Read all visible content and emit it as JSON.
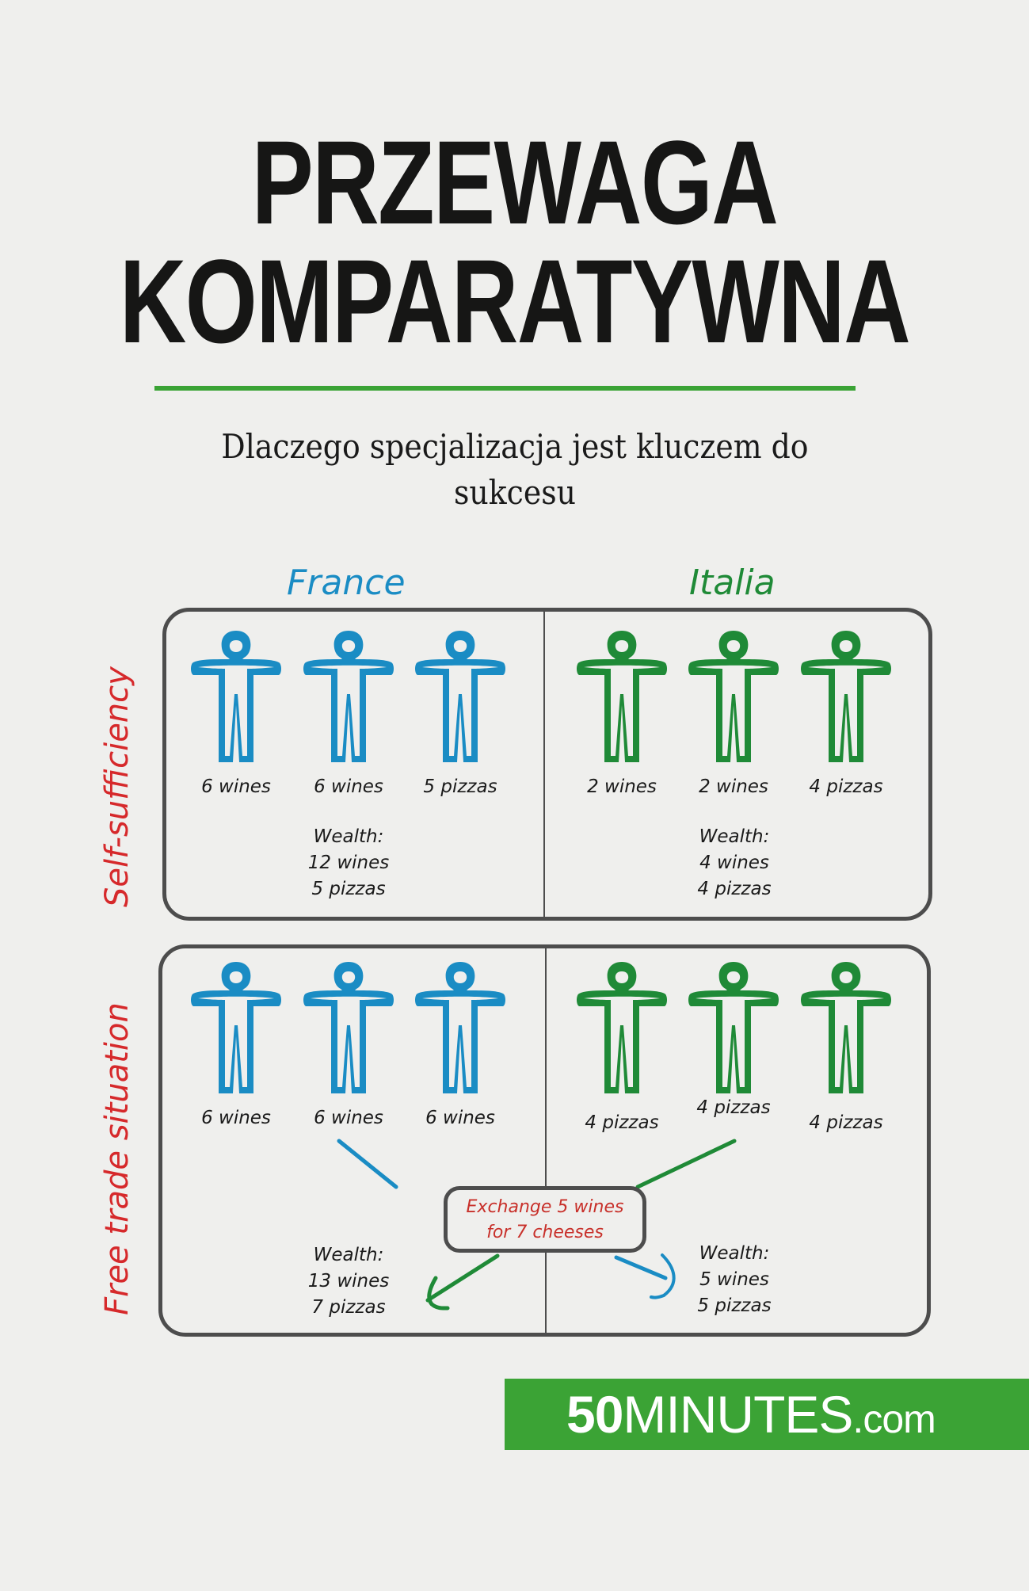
{
  "cover": {
    "title_line1": "PRZEWAGA",
    "title_line2": "KOMPARATYWNA",
    "subtitle": "Dlaczego specjalizacja jest kluczem do sukcesu",
    "accent_color": "#3aa335"
  },
  "diagram": {
    "countries": [
      {
        "name": "France",
        "color": "#1a8cc4"
      },
      {
        "name": "Italia",
        "color": "#1f8a37"
      }
    ],
    "rows": [
      {
        "label": "Self-sufficiency",
        "france": {
          "figures": [
            "6 wines",
            "6 wines",
            "5 pizzas"
          ],
          "wealth_title": "Wealth:",
          "wealth_lines": [
            "12 wines",
            "5 pizzas"
          ]
        },
        "italia": {
          "figures": [
            "2 wines",
            "2 wines",
            "4 pizzas"
          ],
          "wealth_title": "Wealth:",
          "wealth_lines": [
            "4 wines",
            "4 pizzas"
          ]
        }
      },
      {
        "label": "Free trade situation",
        "france": {
          "figures": [
            "6 wines",
            "6 wines",
            "6 wines"
          ],
          "wealth_title": "Wealth:",
          "wealth_lines": [
            "13 wines",
            "7 pizzas"
          ]
        },
        "italia": {
          "figures": [
            "4 pizzas",
            "4 pizzas",
            "4 pizzas"
          ],
          "wealth_title": "Wealth:",
          "wealth_lines": [
            "5 wines",
            "5 pizzas"
          ]
        },
        "exchange_line1": "Exchange 5 wines",
        "exchange_line2": "for 7 cheeses"
      }
    ],
    "row_label_color": "#d6292b"
  },
  "brand": {
    "bold": "50",
    "light": "MINUTES",
    "domain": ".com",
    "color": "#3ba335"
  }
}
